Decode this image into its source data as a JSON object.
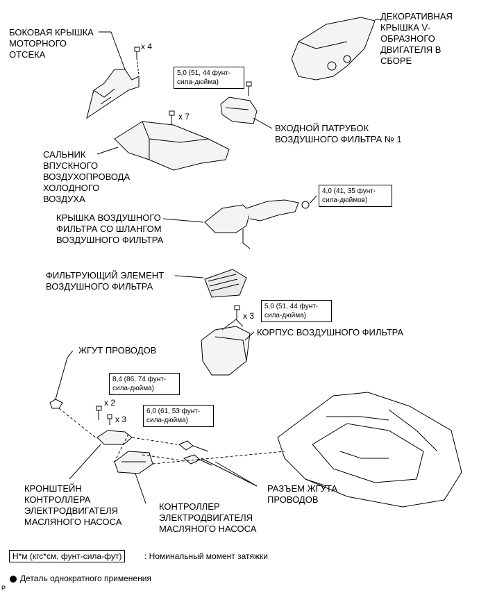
{
  "labels": {
    "side_cover": "БОКОВАЯ КРЫШКА\nМОТОРНОГО\nОТСЕКА",
    "v_cover": "ДЕКОРАТИВНАЯ\nКРЫШКА V-\nОБРАЗНОГО\nДВИГАТЕЛЯ В\nСБОРЕ",
    "inlet": "ВХОДНОЙ ПАТРУБОК\nВОЗДУШНОГО ФИЛЬТРА № 1",
    "seal": "САЛЬНИК\nВПУСКНОГО\nВОЗДУХОПРОВОДА\nХОЛОДНОГО\nВОЗДУХА",
    "filter_cap": "КРЫШКА ВОЗДУШНОГО\nФИЛЬТРА СО ШЛАНГОМ\nВОЗДУШНОГО ФИЛЬТРА",
    "element": "ФИЛЬТРУЮЩИЙ ЭЛЕМЕНТ\nВОЗДУШНОГО ФИЛЬТРА",
    "housing": "КОРПУС ВОЗДУШНОГО ФИЛЬТРА",
    "harness": "ЖГУТ ПРОВОДОВ",
    "bracket": "КРОНШТЕЙН\nКОНТРОЛЛЕРА\nЭЛЕКТРОДВИГАТЕЛЯ\nМАСЛЯНОГО НАСОСА",
    "controller": "КОНТРОЛЛЕР\nЭЛЕКТРОДВИГАТЕЛЯ\nМАСЛЯНОГО НАСОСА",
    "connector": "РАЗЪЕМ ЖГУТА\nПРОВОДОВ"
  },
  "torques": {
    "t1": "5,0 (51, 44 фунт-\nсила-дюйма)",
    "t2": "4,0 (41, 35 фунт-\nсила-дюймов)",
    "t3": "5,0 (51, 44 фунт-\nсила-дюйма)",
    "t4": "8,4 (86, 74 фунт-\nсила-дюйма)",
    "t5": "6,0 (61, 53 фунт-\nсила-дюйма)"
  },
  "quantities": {
    "q1": "x 4",
    "q2": "x 7",
    "q3": "x 3",
    "q4": "x 2",
    "q5": "x 3"
  },
  "legend": {
    "unit": "Н*м (кгс*см, фунт-сила-фут)",
    "unit_desc": ": Номинальный момент затяжки",
    "single_use": "Деталь однократного применения",
    "corner": "P"
  }
}
